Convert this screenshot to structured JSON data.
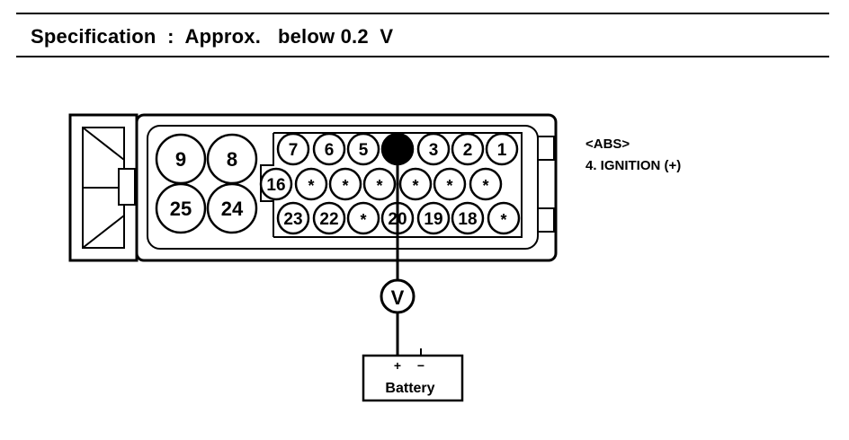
{
  "header": {
    "specification_label": "Specification",
    "separator": ":",
    "specification_value": "Approx.   below 0.2  V"
  },
  "side_labels": {
    "system": "<ABS>",
    "pin_description": "4. IGNITION (+)"
  },
  "connector": {
    "large_pins": [
      "9",
      "8",
      "25",
      "24"
    ],
    "row1": [
      "7",
      "6",
      "5",
      "",
      "3",
      "2",
      "1"
    ],
    "row2": [
      "16",
      "*",
      "*",
      "*",
      "*",
      "*",
      "*"
    ],
    "row3": [
      "23",
      "22",
      "*",
      "20",
      "19",
      "18",
      "*"
    ],
    "probed_pin": "4"
  },
  "meter": {
    "symbol": "V"
  },
  "battery": {
    "label": "Battery",
    "plus": "+",
    "minus": "−"
  }
}
